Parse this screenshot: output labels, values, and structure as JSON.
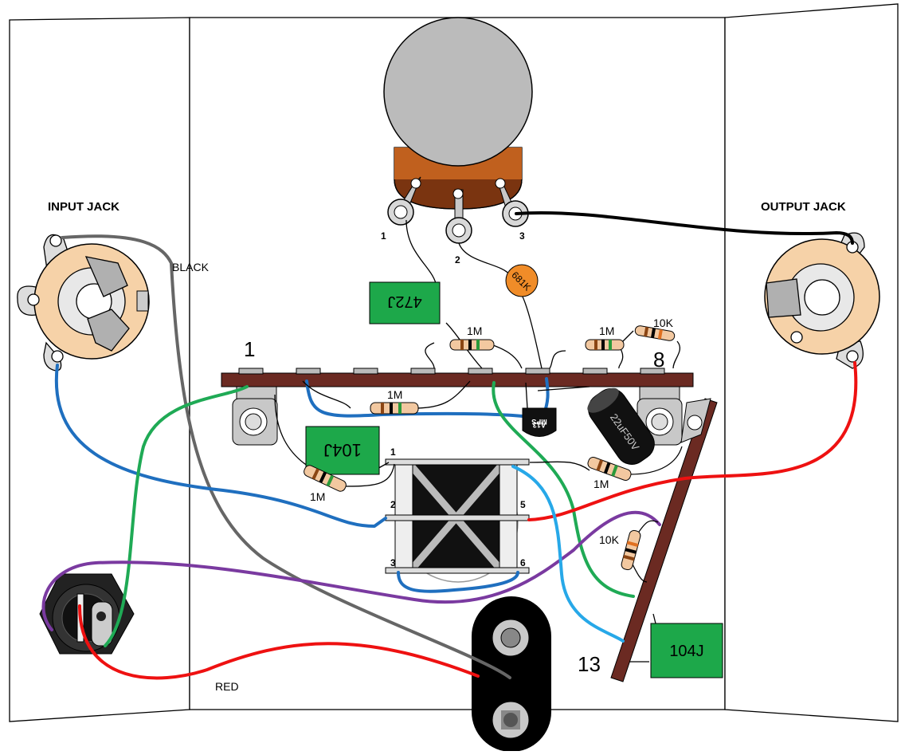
{
  "colors": {
    "wire_blue": "#1f6fbf",
    "wire_green": "#1faa55",
    "wire_gray": "#666666",
    "wire_black": "#000000",
    "wire_red": "#ee1111",
    "wire_purple": "#7a3aa0",
    "wire_cyan": "#27a8e8",
    "jack_ring": "#f6d2a8",
    "strip_board": "#6b2a22",
    "cap_green": "#1da84a",
    "cap_orange": "#f08c28",
    "pot_body": "#b7b7b7"
  },
  "labels": {
    "input_jack": "INPUT JACK",
    "output_jack": "OUTPUT JACK",
    "black_wire": "BLACK",
    "red_wire": "RED"
  },
  "pot": {
    "lug1": "1",
    "lug2": "2",
    "lug3": "3"
  },
  "board": {
    "strip_first": "1",
    "strip_last": "8",
    "side_last": "13"
  },
  "switch": {
    "pin1": "1",
    "pin2": "2",
    "pin3": "3",
    "pin5": "5",
    "pin6": "6"
  },
  "components": {
    "cap_472j": "472J",
    "cap_681k": "681K",
    "cap_104j_upper": "104J",
    "cap_104j_lower": "104J",
    "res_1m_a": "1M",
    "res_1m_b": "1M",
    "res_1m_c": "1M",
    "res_1m_d": "1M",
    "res_1m_e": "1M",
    "res_10k_a": "10K",
    "res_10k_b": "10K",
    "transistor_line1": "MPS",
    "transistor_line2": "A13",
    "electrolytic": "22uF50V"
  },
  "icons": {
    "input_jack": "input-jack-icon",
    "output_jack": "output-jack-icon",
    "dc_jack": "dc-jack-icon",
    "battery_clip": "battery-snap-icon",
    "pot": "potentiometer-icon",
    "switch": "footswitch-icon"
  }
}
